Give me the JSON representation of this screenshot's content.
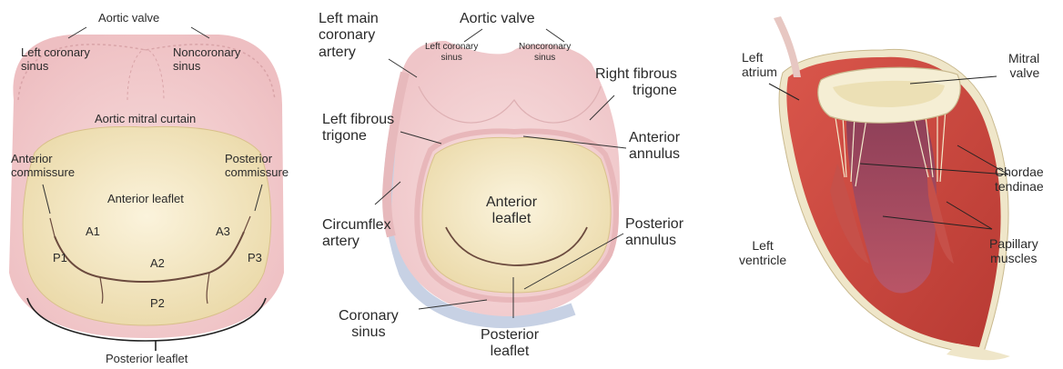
{
  "panel_left": {
    "aortic_valve": "Aortic valve",
    "left_coronary_sinus": [
      "Left coronary",
      "sinus"
    ],
    "noncoronary_sinus": [
      "Noncoronary",
      "sinus"
    ],
    "aortic_mitral_curtain": "Aortic mitral curtain",
    "anterior_commissure": [
      "Anterior",
      "commissure"
    ],
    "posterior_commissure": [
      "Posterior",
      "commissure"
    ],
    "anterior_leaflet": "Anterior leaflet",
    "scallops": {
      "a1": "A1",
      "a2": "A2",
      "a3": "A3",
      "p1": "P1",
      "p2": "P2",
      "p3": "P3"
    },
    "posterior_leaflet": "Posterior leaflet"
  },
  "panel_middle": {
    "left_main_coronary_artery": [
      "Left main",
      "coronary",
      "artery"
    ],
    "aortic_valve": "Aortic valve",
    "left_coronary_sinus": [
      "Left coronary",
      "sinus"
    ],
    "noncoronary_sinus": [
      "Noncoronary",
      "sinus"
    ],
    "right_fibrous_trigone": [
      "Right fibrous",
      "trigone"
    ],
    "left_fibrous_trigone": [
      "Left fibrous",
      "trigone"
    ],
    "anterior_annulus": [
      "Anterior",
      "annulus"
    ],
    "anterior_leaflet": [
      "Anterior",
      "leaflet"
    ],
    "circumflex_artery": [
      "Circumflex",
      "artery"
    ],
    "posterior_annulus": [
      "Posterior",
      "annulus"
    ],
    "coronary_sinus": [
      "Coronary",
      "sinus"
    ],
    "posterior_leaflet": [
      "Posterior",
      "leaflet"
    ]
  },
  "panel_right": {
    "left_atrium": [
      "Left",
      "atrium"
    ],
    "mitral_valve": [
      "Mitral",
      "valve"
    ],
    "chordae_tendinae": [
      "Chordae",
      "tendinae"
    ],
    "left_ventricle": [
      "Left",
      "ventricle"
    ],
    "papillary_muscles": [
      "Papillary",
      "muscles"
    ]
  },
  "colors": {
    "tissue_pink": "#f2cfd0",
    "leaflet_cream": "#f3e7c3",
    "leaflet_edge": "#6b4a3e",
    "muscle_red": "#c9453d",
    "vessel_blue": "#b9c6dd"
  }
}
